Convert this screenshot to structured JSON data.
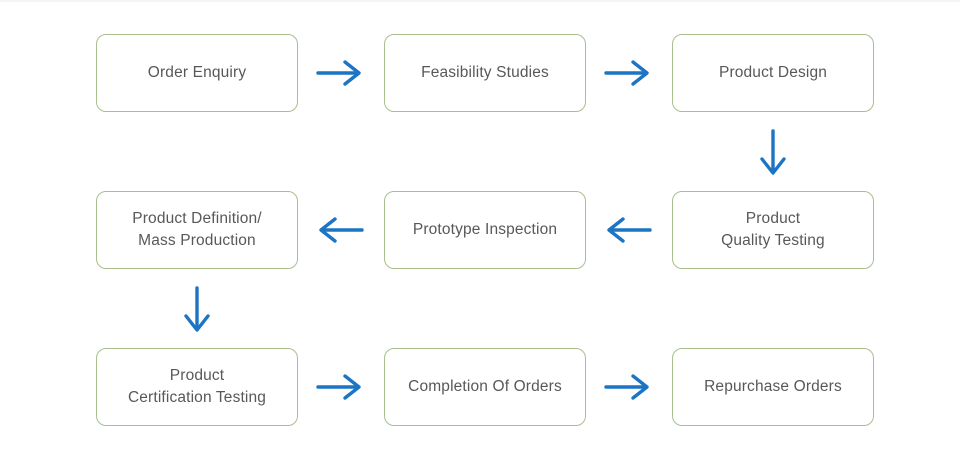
{
  "diagram": {
    "type": "process-flowchart",
    "title": "",
    "node_count": 9,
    "colors": {
      "node_border": "#a8bf8e",
      "node_fill": "#ffffff",
      "node_text": "#58585a",
      "arrow": "#1b74c4",
      "background": "#ffffff"
    },
    "nodes": [
      {
        "id": "order-enquiry",
        "label": "Order Enquiry",
        "row": 1,
        "col": 1
      },
      {
        "id": "feasibility-studies",
        "label": "Feasibility Studies",
        "row": 1,
        "col": 2
      },
      {
        "id": "product-design",
        "label": "Product Design",
        "row": 1,
        "col": 3
      },
      {
        "id": "product-quality-testing",
        "label": "Product\nQuality Testing",
        "row": 2,
        "col": 3
      },
      {
        "id": "prototype-inspection",
        "label": "Prototype Inspection",
        "row": 2,
        "col": 2
      },
      {
        "id": "product-definition",
        "label": "Product Definition/\nMass Production",
        "row": 2,
        "col": 1
      },
      {
        "id": "product-certification",
        "label": "Product\nCertification Testing",
        "row": 3,
        "col": 1
      },
      {
        "id": "completion-of-orders",
        "label": "Completion Of Orders",
        "row": 3,
        "col": 2
      },
      {
        "id": "repurchase-orders",
        "label": "Repurchase Orders",
        "row": 3,
        "col": 3
      }
    ],
    "connectors": [
      {
        "id": "arrow-order-enquiry-to-feasibility-studies",
        "from": "order-enquiry",
        "to": "feasibility-studies",
        "direction": "right"
      },
      {
        "id": "arrow-feasibility-studies-to-product-design",
        "from": "feasibility-studies",
        "to": "product-design",
        "direction": "right"
      },
      {
        "id": "arrow-product-design-to-product-quality-testing",
        "from": "product-design",
        "to": "product-quality-testing",
        "direction": "down"
      },
      {
        "id": "arrow-product-quality-testing-to-prototype",
        "from": "product-quality-testing",
        "to": "prototype-inspection",
        "direction": "left"
      },
      {
        "id": "arrow-prototype-to-product-definition",
        "from": "prototype-inspection",
        "to": "product-definition",
        "direction": "left"
      },
      {
        "id": "arrow-product-definition-to-certification",
        "from": "product-definition",
        "to": "product-certification",
        "direction": "down"
      },
      {
        "id": "arrow-certification-to-completion",
        "from": "product-certification",
        "to": "completion-of-orders",
        "direction": "right"
      },
      {
        "id": "arrow-completion-to-repurchase",
        "from": "completion-of-orders",
        "to": "repurchase-orders",
        "direction": "right"
      }
    ]
  }
}
